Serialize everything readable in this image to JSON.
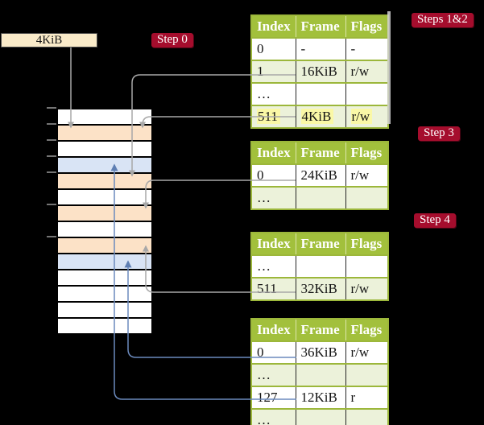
{
  "frame_box": {
    "label": "4KiB"
  },
  "badges": {
    "step0": {
      "label": "Step 0"
    },
    "steps12": {
      "label": "Steps 1&2"
    },
    "step3": {
      "label": "Step 3"
    },
    "step4": {
      "label": "Step 4"
    }
  },
  "table_columns": [
    "Index",
    "Frame",
    "Flags"
  ],
  "tables": [
    {
      "rows": [
        [
          "0",
          "-",
          "-"
        ],
        [
          "1",
          "16KiB",
          "r/w"
        ],
        [
          "…",
          "",
          ""
        ],
        [
          "511",
          "4KiB",
          "r/w"
        ]
      ],
      "highlighted_row": "511"
    },
    {
      "rows": [
        [
          "0",
          "24KiB",
          "r/w"
        ],
        [
          "…",
          "",
          ""
        ]
      ]
    },
    {
      "rows": [
        [
          "…",
          "",
          ""
        ],
        [
          "511",
          "32KiB",
          "r/w"
        ]
      ]
    },
    {
      "rows": [
        [
          "0",
          "36KiB",
          "r/w"
        ],
        [
          "…",
          "",
          ""
        ],
        [
          "127",
          "12KiB",
          "r"
        ],
        [
          "…",
          "",
          ""
        ]
      ]
    }
  ],
  "memory": {
    "rows": [
      {
        "type": "free"
      },
      {
        "type": "pagetable"
      },
      {
        "type": "free"
      },
      {
        "type": "data"
      },
      {
        "type": "pagetable"
      },
      {
        "type": "free"
      },
      {
        "type": "pagetable"
      },
      {
        "type": "free"
      },
      {
        "type": "pagetable"
      },
      {
        "type": "data"
      },
      {
        "type": "free"
      },
      {
        "type": "free"
      },
      {
        "type": "free"
      },
      {
        "type": "free"
      }
    ]
  },
  "connections": [
    {
      "from": "frame-box-4KiB",
      "to": "memory-row-1",
      "color": "gray"
    },
    {
      "from": "table-1-row-1-16KiB",
      "to": "memory-row-4",
      "color": "gray"
    },
    {
      "from": "table-1-row-511-4KiB",
      "to": "memory-row-1",
      "color": "gray"
    },
    {
      "from": "table-2-row-0-24KiB",
      "to": "memory-row-6",
      "color": "gray"
    },
    {
      "from": "table-3-row-511-32KiB",
      "to": "memory-row-8",
      "color": "gray"
    },
    {
      "from": "table-4-row-0-36KiB",
      "to": "memory-row-9",
      "color": "blue"
    },
    {
      "from": "table-4-row-127-12KiB",
      "to": "memory-row-3",
      "color": "blue"
    }
  ],
  "colors": {
    "background": "#000000",
    "table_header_bg": "#A2C03C",
    "table_border": "#9CB73B",
    "table_row_green": "#ECF2DA",
    "highlight_yellow": "#FAF8A6",
    "badge_red": "#A50D2D",
    "frame_box_cream": "#FAEBC9",
    "memory_pagetable_peach": "#FCE2C7",
    "memory_data_blue": "#D9E4F5",
    "arrow_gray": "#A8A8A8",
    "arrow_blue": "#6B8ABD"
  }
}
